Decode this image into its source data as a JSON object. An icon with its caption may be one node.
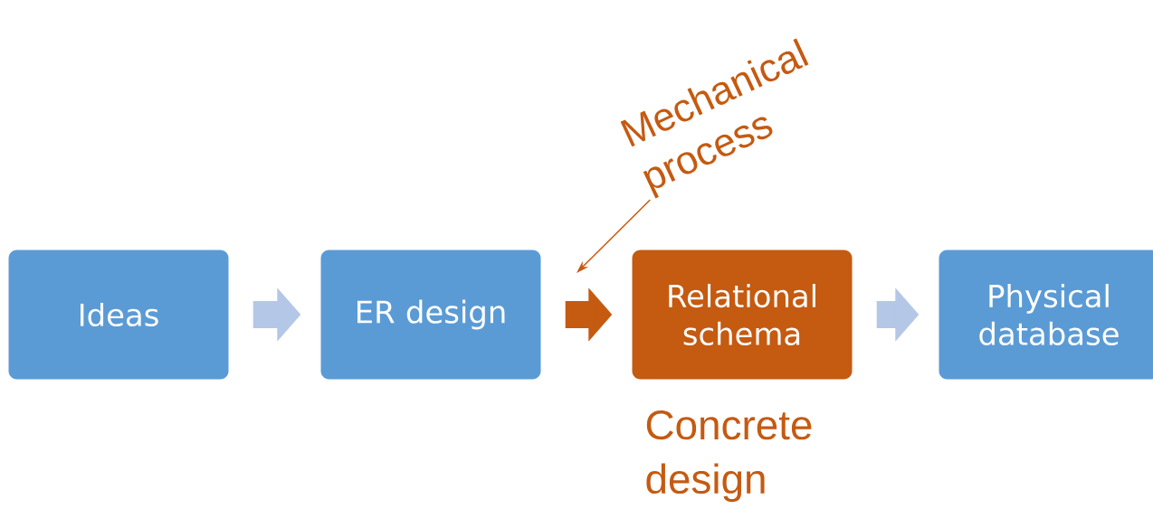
{
  "diagram": {
    "nodes": [
      {
        "text": [
          "Ideas"
        ]
      },
      {
        "text": [
          "ER design"
        ]
      },
      {
        "text": [
          "Relational schema"
        ],
        "beside": [
          "Concrete design"
        ]
      },
      {
        "text": [
          "Physical database"
        ]
      },
      {
        "text": [
          "Mechanical process"
        ]
      }
    ],
    "edges": [
      {
        "from": 0,
        "to": 1,
        "arrow": "to"
      },
      {
        "from": 1,
        "to": 2,
        "arrow": "to",
        "color": "#c55a11"
      },
      {
        "from": 2,
        "to": 3,
        "arrow": "to"
      },
      {
        "from": 4,
        "to": null,
        "arrow": "to",
        "color": "#c55a11"
      }
    ]
  }
}
